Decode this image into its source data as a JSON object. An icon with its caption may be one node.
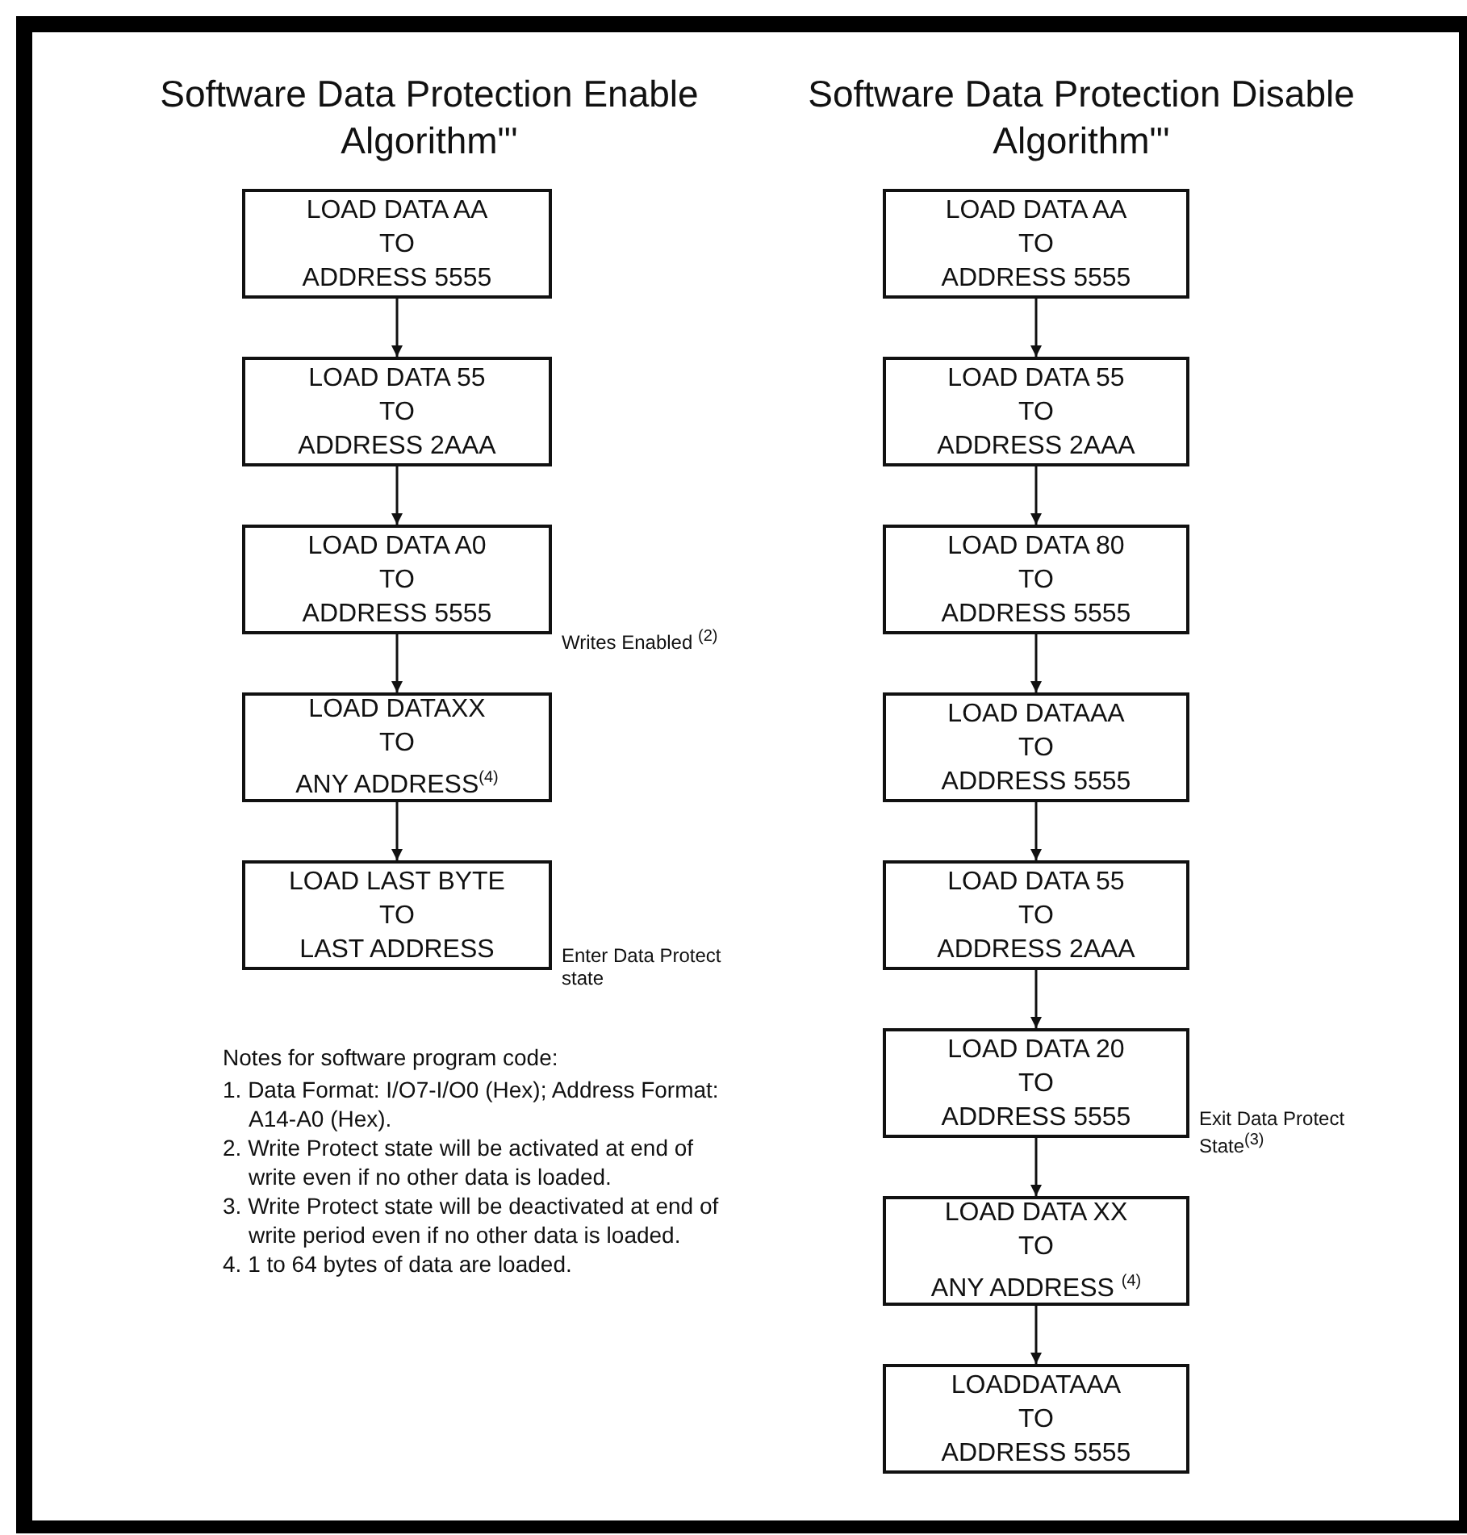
{
  "diagram": {
    "nodes": [
      {
        "text": [
          "LOAD DATA AA",
          "TO",
          "ADDRESS 5555"
        ]
      },
      {
        "text": [
          "LOAD DATA 55",
          "TO",
          "ADDRESS 2AAA"
        ]
      },
      {
        "text": [
          "LOAD DATA A0",
          "TO",
          "ADDRESS 5555"
        ],
        "beside": [
          "Writes Enabled $^{(2)}$"
        ]
      },
      {
        "text": [
          "LOAD DATAXX",
          "TO",
          "ANY ADDRESS$^{(4)}$"
        ]
      },
      {
        "text": [
          "LOAD LAST BYTE",
          "TO",
          "LAST ADDRESS"
        ],
        "beside": [
          "Enter Data Protect state"
        ]
      },
      {
        "text": [
          "LOAD DATA AA",
          "TO",
          "ADDRESS 5555"
        ]
      },
      {
        "text": [
          "LOAD DATA 55",
          "TO",
          "ADDRESS 2AAA"
        ]
      },
      {
        "text": [
          "LOAD DATA 80",
          "TO",
          "ADDRESS 5555"
        ]
      },
      {
        "text": [
          "LOAD DATAAA",
          "TO",
          "ADDRESS 5555"
        ]
      },
      {
        "text": [
          "LOAD DATA 55",
          "TO",
          "ADDRESS 2AAA"
        ]
      },
      {
        "text": [
          "LOAD DATA 20",
          "TO",
          "ADDRESS 5555"
        ],
        "beside": [
          "Exit Data Protect State$^{(3)}$"
        ]
      },
      {
        "text": [
          "LOAD DATA XX",
          "TO",
          "ANY ADDRESS $^{(4)}$"
        ]
      },
      {
        "text": [
          "LOADDATAAA",
          "TO",
          "ADDRESS 5555"
        ]
      }
    ],
    "edges": [
      {
        "from": 0,
        "to": 1,
        "arrow": "to"
      },
      {
        "from": 1,
        "to": 2,
        "arrow": "to"
      },
      {
        "from": 2,
        "to": 3,
        "arrow": "to"
      },
      {
        "from": 3,
        "to": 4,
        "arrow": "to"
      },
      {
        "from": 5,
        "to": 6,
        "arrow": "to"
      },
      {
        "from": 6,
        "to": 7,
        "arrow": "to"
      },
      {
        "from": 7,
        "to": 8,
        "arrow": "to"
      },
      {
        "from": 8,
        "to": 9,
        "arrow": "to"
      },
      {
        "from": 9,
        "to": 10,
        "arrow": "to"
      },
      {
        "from": 10,
        "to": 11,
        "arrow": "to"
      },
      {
        "from": 11,
        "to": 12,
        "arrow": "to"
      }
    ],
    "labels": [
      "Software Data Protection Enable Algorithm\"'",
      "Software Data Protection Disable Algorithm\"'",
      "Notes for software program code:",
      "1. Data Format: I/O7-I/O0 (Hex); Address Format: A14-A0 (Hex).",
      "2. Write Protect state will be activated at end of write even if no other data is loaded.",
      "3. Write Protect state will be deactivated at end of write period even if no other data is loaded.",
      "4. 1 to 64 bytes of data are loaded."
    ]
  }
}
